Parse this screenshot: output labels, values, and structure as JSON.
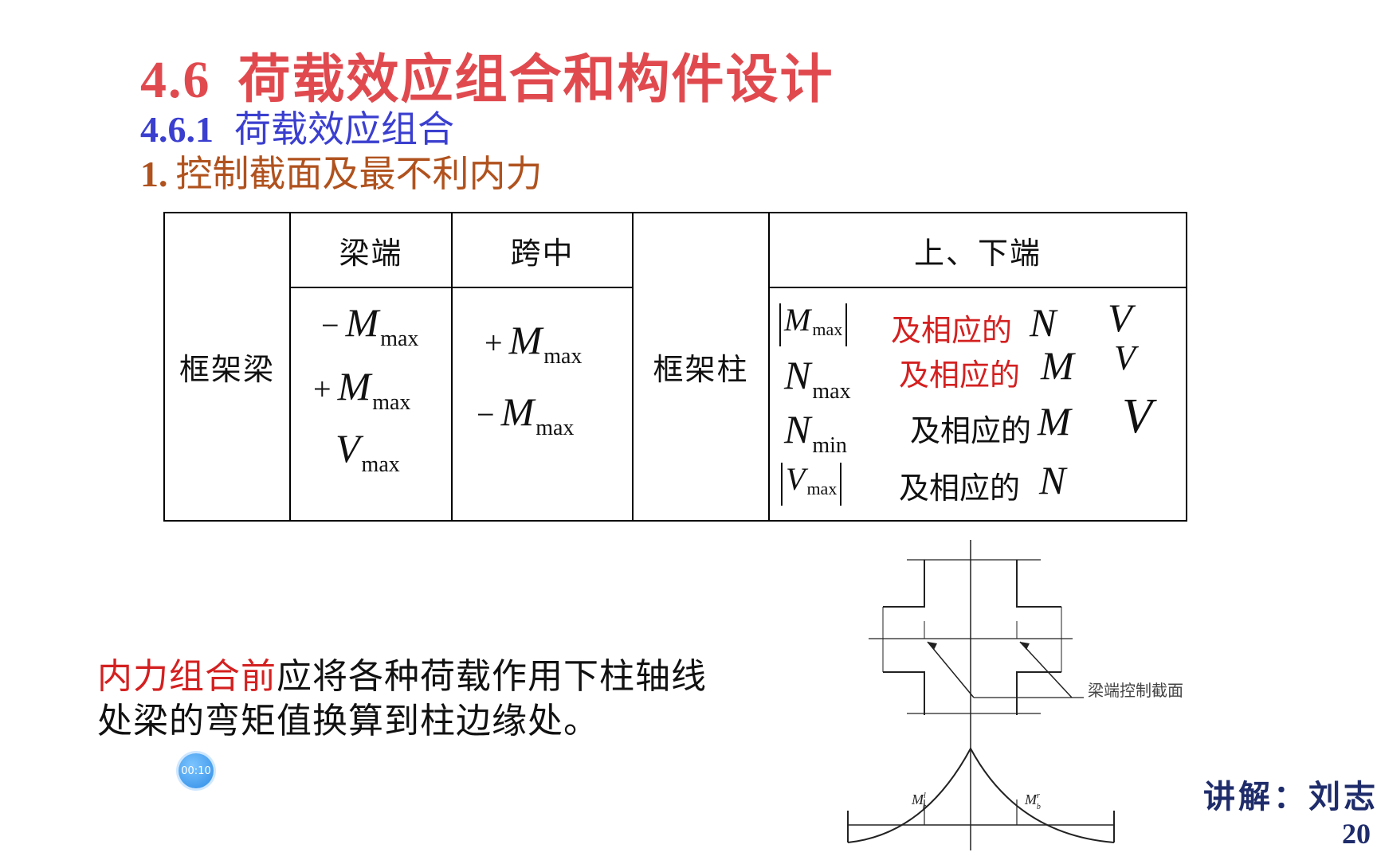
{
  "heading": {
    "number": "4.6",
    "title": "荷载效应组合和构件设计"
  },
  "subheading": {
    "number": "4.6.1",
    "title": "荷载效应组合"
  },
  "section": {
    "number": "1.",
    "title": "控制截面及最不利内力"
  },
  "table": {
    "beam_label": "框架梁",
    "col_label": "框架柱",
    "beam_end_header": "梁端",
    "midspan_header": "跨中",
    "col_end_header": "上、下端",
    "beam_end_items": [
      {
        "sign": "−",
        "symbol": "M",
        "sub": "max"
      },
      {
        "sign": "+",
        "symbol": "M",
        "sub": "max"
      },
      {
        "sign": "",
        "symbol": "V",
        "sub": "max"
      }
    ],
    "midspan_items": [
      {
        "sign": "+",
        "symbol": "M",
        "sub": "max"
      },
      {
        "sign": "−",
        "symbol": "M",
        "sub": "max"
      }
    ],
    "column_rows": [
      {
        "symbol": "M",
        "sub": "max",
        "abs": true,
        "phrase": "及相应的",
        "phrase_color": "red",
        "r1": "N",
        "r2": "V"
      },
      {
        "symbol": "N",
        "sub": "max",
        "abs": false,
        "phrase": "及相应的",
        "phrase_color": "red",
        "r1": "M",
        "r2": "V"
      },
      {
        "symbol": "N",
        "sub": "min",
        "abs": false,
        "phrase": "及相应的",
        "phrase_color": "black",
        "r1": "M",
        "r2": "V"
      },
      {
        "symbol": "V",
        "sub": "max",
        "abs": true,
        "phrase": "及相应的",
        "phrase_color": "black",
        "r1": "N",
        "r2": ""
      }
    ]
  },
  "paragraph": {
    "highlight": "内力组合前",
    "rest_line1": "应将各种荷载作用下柱轴线",
    "line2": "处梁的弯矩值换算到柱边缘处。"
  },
  "timer": "00:10",
  "diagram": {
    "control_label": "梁端控制截面",
    "left_moment": "M",
    "left_moment_sup": "l",
    "left_moment_sub": "b",
    "right_moment": "M",
    "right_moment_sup": "r",
    "right_moment_sub": "b"
  },
  "lecturer": {
    "label": "讲解：刘志",
    "year": "20"
  },
  "colors": {
    "heading": "#e04a4f",
    "subheading": "#3b3fcf",
    "section": "#b0521e",
    "highlight": "#d42020",
    "lecturer": "#1f2c6b"
  }
}
